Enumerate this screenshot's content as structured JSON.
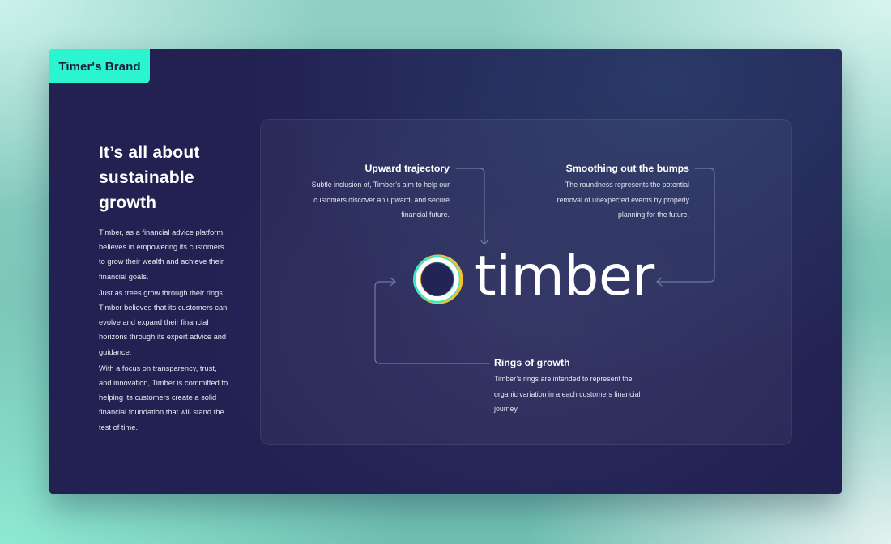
{
  "brand_tag": {
    "label": "Timer's Brand",
    "color": "#2af5cf"
  },
  "intro": {
    "heading": "It’s all about sustainable growth",
    "paragraphs": [
      "Timber, as a financial advice platform, believes in empowering its customers to grow their wealth and achieve their financial goals.",
      "Just as trees grow through their rings, Timber believes that its customers can evolve and expand their financial horizons through its expert advice and guidance.",
      "With a focus on transparency, trust, and innovation, Timber is committed to helping its customers create a solid financial foundation that will stand the test of time."
    ]
  },
  "logo": {
    "wordmark": "timber",
    "icon": "ring-logo-icon",
    "colors": {
      "teal": "#3ee6c4",
      "yellow": "#f2c230",
      "white": "#ffffff"
    }
  },
  "notes": [
    {
      "title": "Upward trajectory",
      "body": "Subtle inclusion of, Timber’s aim to help our customers discover an upward, and secure financial future."
    },
    {
      "title": "Smoothing out the bumps",
      "body": "The roundness represents the potential removal of unexpected events by properly planning for the future."
    },
    {
      "title": "Rings of growth",
      "body": "Timber’s rings are intended to represent the organic variation in a each customers financial journey."
    }
  ]
}
